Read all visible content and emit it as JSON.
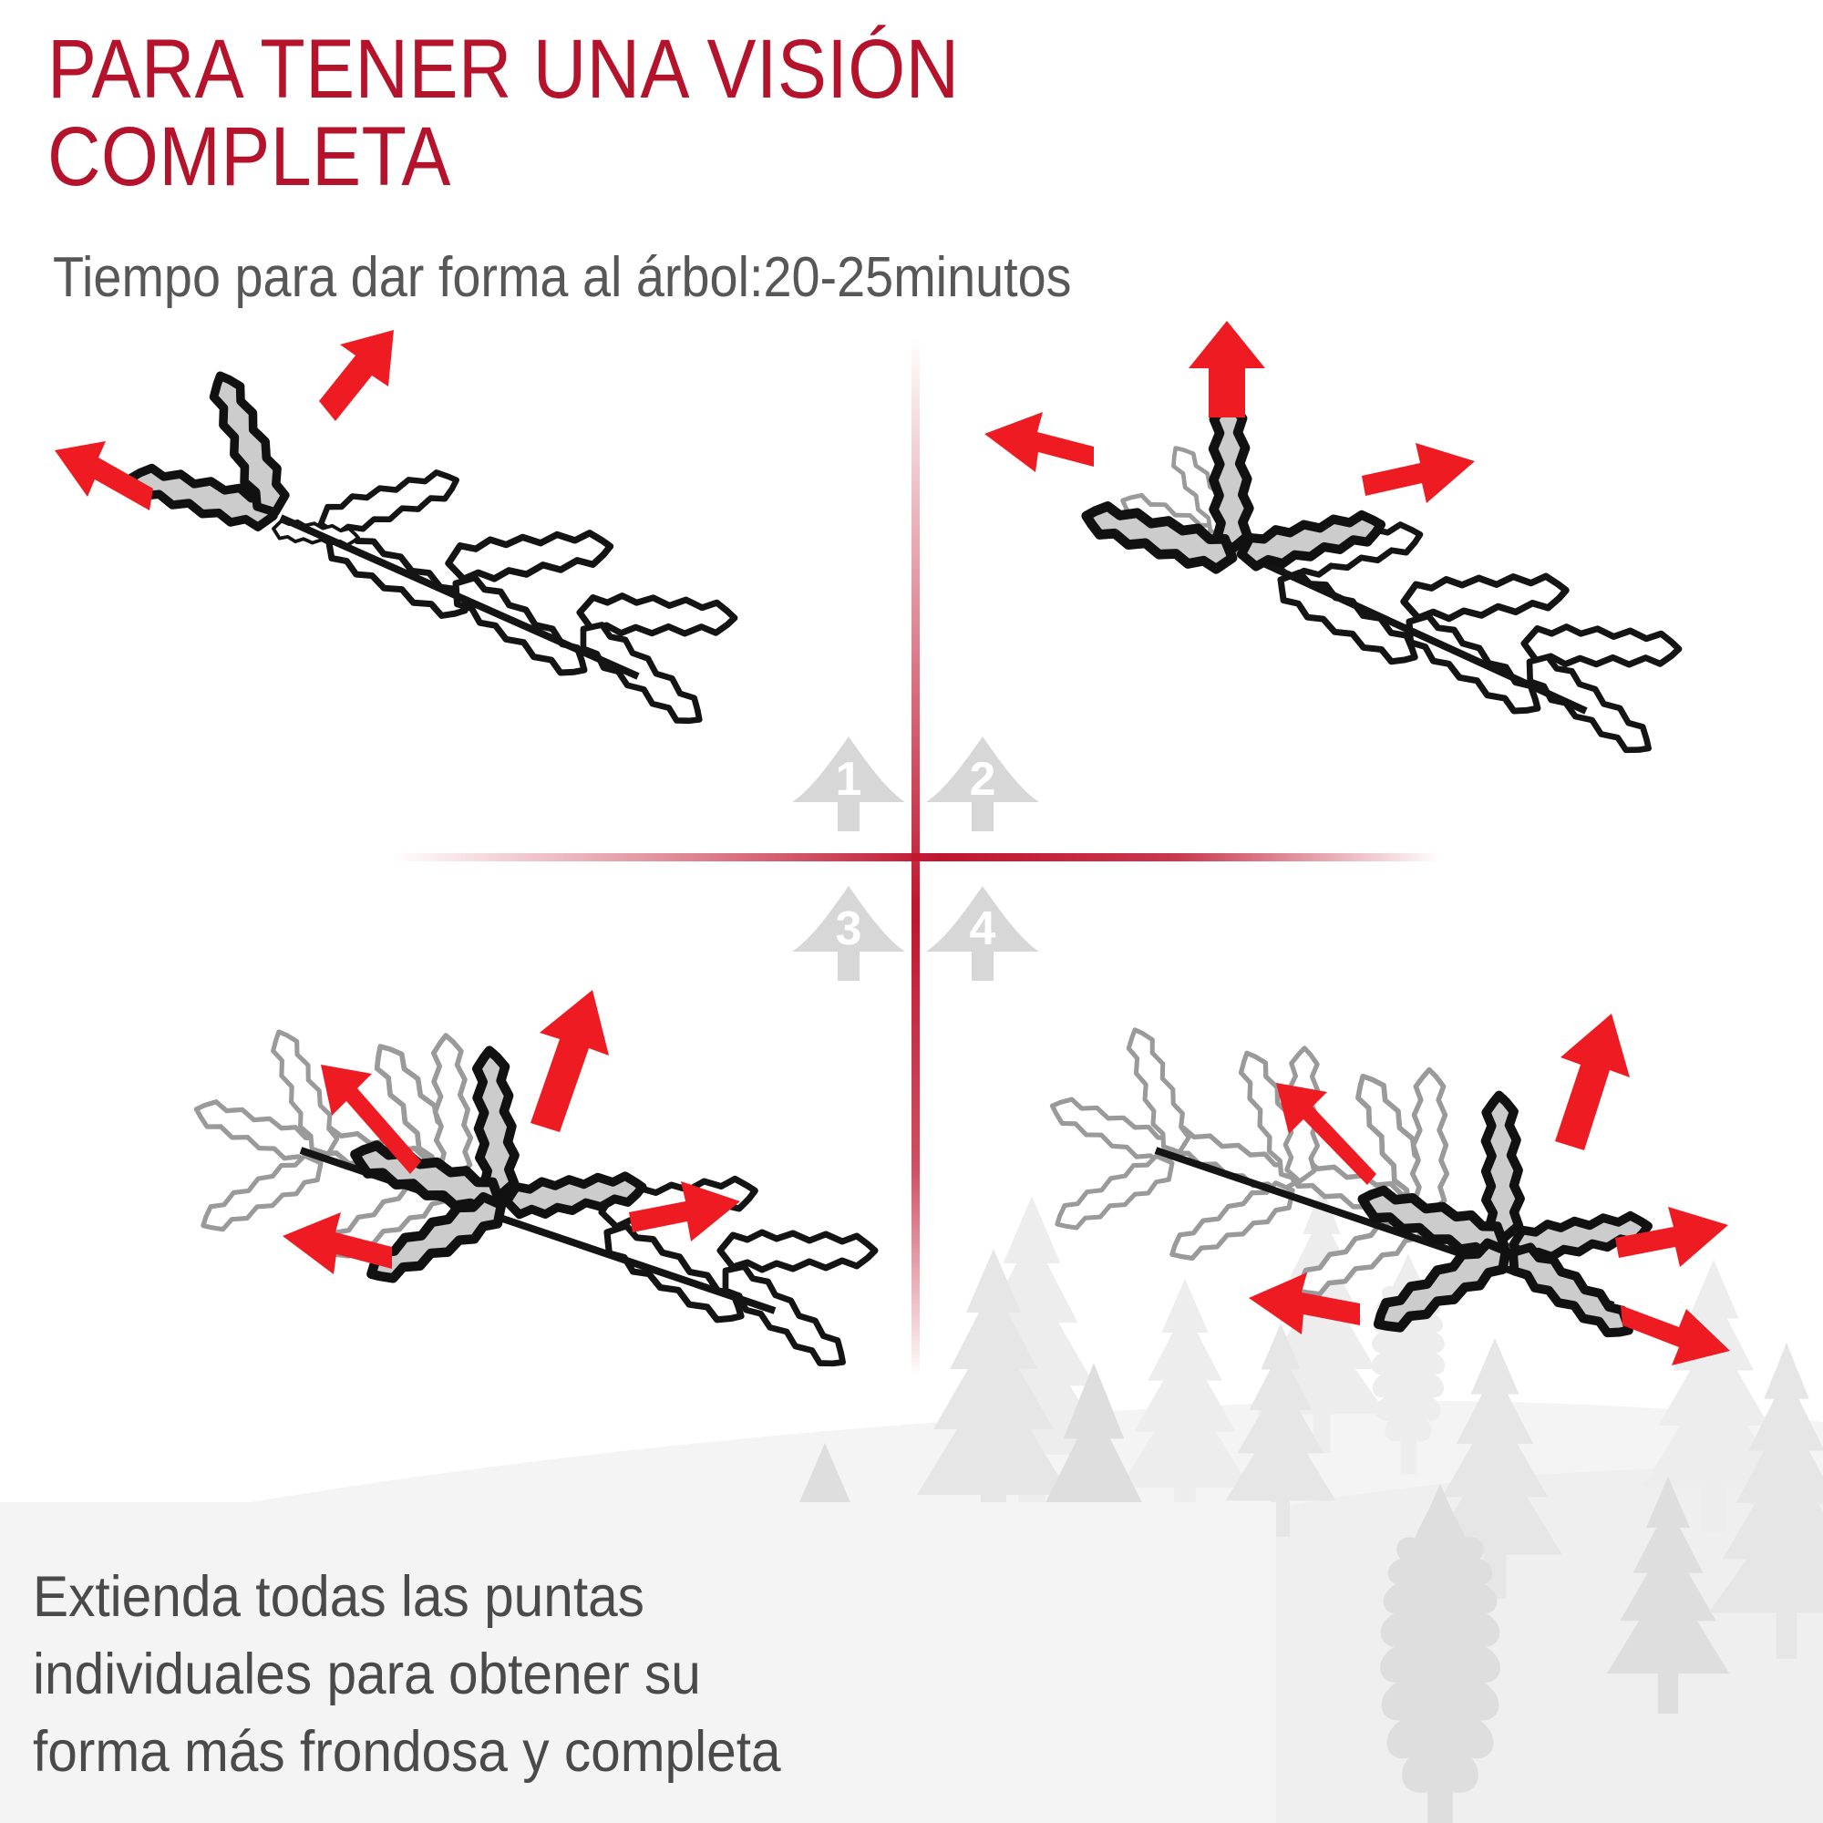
{
  "header": {
    "title": "PARA TENER UNA VISIÓN\nCOMPLETA",
    "subtitle": "Tiempo para dar forma al árbol:20-25minutos"
  },
  "colors": {
    "title_red": "#B5122B",
    "arrow_red": "#EE1C22",
    "divider_red": "#C0152E",
    "tip_gray": "#CCCCCC",
    "outline_black": "#111111",
    "forest_gray": "#E2E2E2",
    "caption_bg": "#F4F4F4",
    "subtitle_gray": "#575757"
  },
  "center_markers": [
    {
      "number": "1",
      "quadrant": "top-left"
    },
    {
      "number": "2",
      "quadrant": "top-right"
    },
    {
      "number": "3",
      "quadrant": "bottom-left"
    },
    {
      "number": "4",
      "quadrant": "bottom-right"
    }
  ],
  "panels": [
    {
      "id": "panel-1",
      "step": "1",
      "highlighted_tips": 2,
      "arrows": 2,
      "description": "Rama con dos puntas extendidas"
    },
    {
      "id": "panel-2",
      "step": "2",
      "highlighted_tips": 3,
      "arrows": 3,
      "description": "Rama con tres puntas extendidas"
    },
    {
      "id": "panel-3",
      "step": "3",
      "highlighted_tips": 4,
      "arrows": 4,
      "description": "Rama con cuatro puntas extendidas"
    },
    {
      "id": "panel-4",
      "step": "4",
      "highlighted_tips": 5,
      "arrows": 5,
      "description": "Rama con cinco puntas extendidas"
    }
  ],
  "caption": {
    "text": "Extienda todas las puntas\nindividuales para obtener su\nforma más frondosa y completa"
  }
}
